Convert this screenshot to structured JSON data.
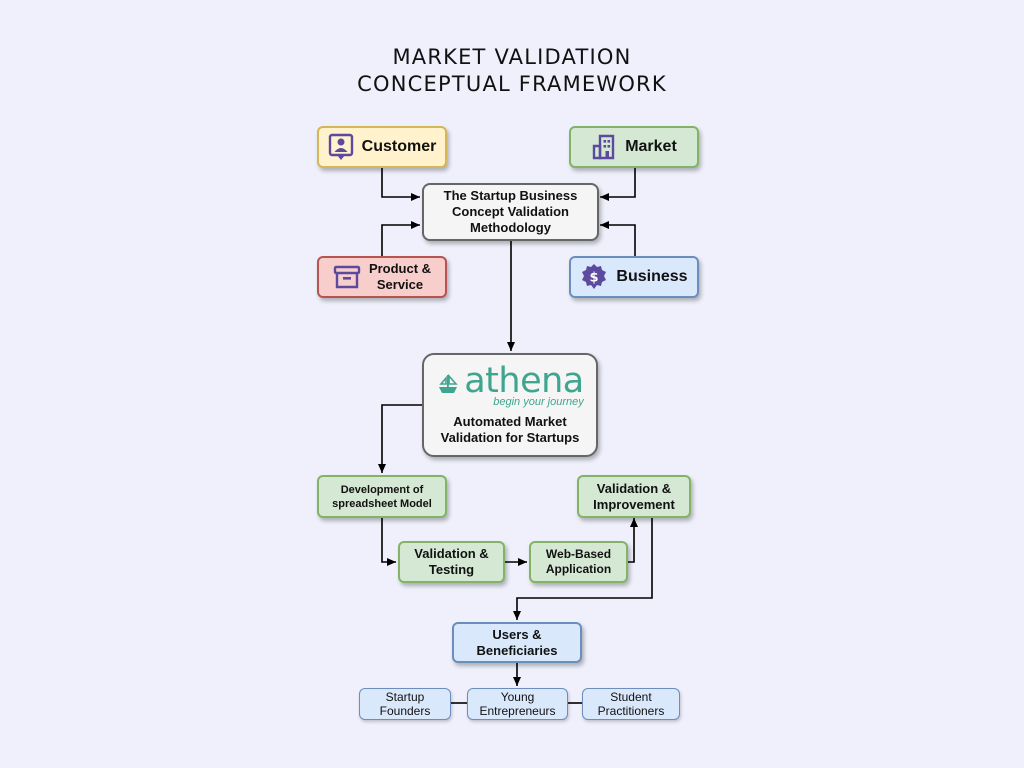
{
  "title": {
    "line1": "MARKET VALIDATION",
    "line2": "CONCEPTUAL FRAMEWORK"
  },
  "nodes": {
    "customer": "Customer",
    "market": "Market",
    "methodology": "The Startup Business\nConcept Validation\nMethodology",
    "product_service": "Product &\nService",
    "business": "Business",
    "athena": {
      "logo_word": "athena",
      "logo_tagline": "begin your journey",
      "caption": "Automated Market\nValidation for Startups"
    },
    "spreadsheet": "Development of\nspreadsheet Model",
    "validation_testing": "Validation &\nTesting",
    "web_app": "Web-Based\nApplication",
    "validation_improvement": "Validation &\nImprovement",
    "users": "Users &\nBeneficiaries",
    "startup_founders": "Startup\nFounders",
    "young_entrepreneurs": "Young\nEntrepreneurs",
    "student_practitioners": "Student\nPractitioners"
  },
  "icons": {
    "customer": "contact-user-icon",
    "market": "building-icon",
    "product_service": "archive-box-icon",
    "business": "dollar-badge-icon",
    "athena": "ship-icon"
  },
  "colors": {
    "icon_purple": "#5b4a9e",
    "athena_teal": "#3fa58f"
  }
}
